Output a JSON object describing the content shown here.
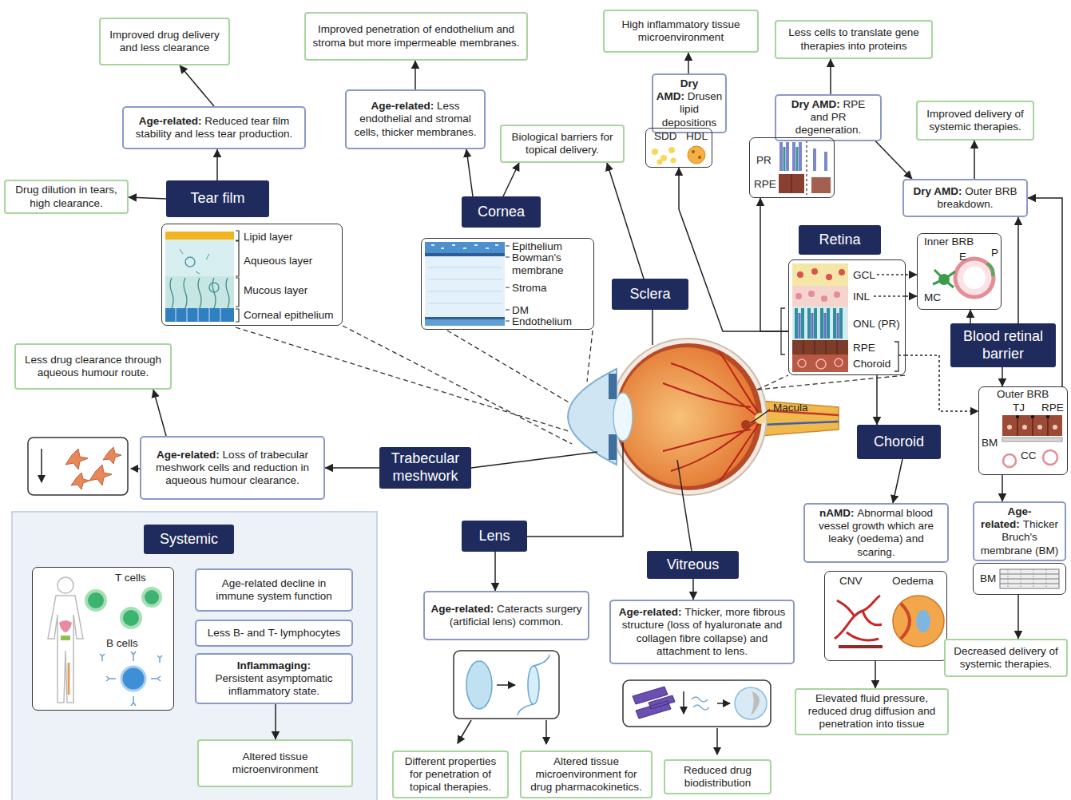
{
  "diagram": {
    "nodes": [
      {
        "text": [
          "Improved drug delivery and less clearance"
        ]
      },
      {
        "text": [
          "Improved penetration of endothelium and stroma but more impermeable membranes."
        ]
      },
      {
        "text": [
          "High inflammatory tissue microenvironment"
        ]
      },
      {
        "text": [
          "Less cells to translate gene therapies into proteins"
        ]
      },
      {
        "text": [
          "Age-related:",
          "Reduced tear film stability and less tear production."
        ]
      },
      {
        "text": [
          "Age-related:",
          "Less endothelial and stromal cells, thicker membranes."
        ]
      },
      {
        "text": [
          "Dry AMD:",
          "Drusen lipid depositions"
        ]
      },
      {
        "text": [
          "Dry AMD:",
          "RPE and PR degeneration."
        ]
      },
      {
        "text": [
          "Improved delivery of systemic therapies."
        ]
      },
      {
        "text": [
          "SDD",
          "HDL"
        ]
      },
      {
        "text": [
          "PR",
          "RPE"
        ]
      },
      {
        "text": [
          "Biological barriers for topical delivery."
        ]
      },
      {
        "text": [
          "Drug dilution in tears, high clearance."
        ]
      },
      {
        "text": [
          "Tear film"
        ]
      },
      {
        "text": [
          "Dry AMD:",
          "Outer BRB breakdown."
        ]
      },
      {
        "text": [
          "Cornea"
        ]
      },
      {
        "text": [
          "Lipid layer",
          "Aqueous layer",
          "Mucous layer",
          "Corneal epithelium"
        ]
      },
      {
        "text": [
          "Retina"
        ]
      },
      {
        "text": [
          "Inner BRB",
          "E",
          "P",
          "MC"
        ]
      },
      {
        "text": [
          "Epithelium",
          "Bowman's membrane",
          "Stroma",
          "DM",
          "Endothelium"
        ]
      },
      {
        "text": [
          "GCL",
          "INL",
          "ONL (PR)",
          "RPE",
          "Choroid"
        ]
      },
      {
        "text": [
          "Sclera"
        ]
      },
      {
        "text": [
          "Blood retinal barrier"
        ]
      },
      {
        "text": [
          "Less drug clearance through aqueous humour route."
        ]
      },
      {
        "text": [
          "Outer BRB",
          "TJ",
          "RPE",
          "BM",
          "CC"
        ]
      },
      {
        "text": [
          "Choroid"
        ]
      },
      {
        "text": [
          "Age-related:",
          "Loss of trabecular meshwork cells and reduction in aqueous humour clearance."
        ]
      },
      {
        "text": [
          "Trabecular meshwork"
        ]
      },
      {
        "text": [
          "Age-related:",
          "Thicker Bruch's membrane (BM)"
        ]
      },
      {
        "text": [
          "nAMD:",
          "Abnormal blood vessel growth which are leaky (oedema) and scaring."
        ]
      },
      {
        "text": [
          "Lens"
        ]
      },
      {
        "text": [
          "Systemic"
        ]
      },
      {
        "text": [
          "Vitreous"
        ]
      },
      {
        "text": [
          "T cells",
          "B cells"
        ]
      },
      {
        "text": [
          "Age-related decline in immune system function"
        ]
      },
      {
        "text": [
          "CNV",
          "Oedema"
        ]
      },
      {
        "text": [
          "BM"
        ]
      },
      {
        "text": [
          "Age-related:",
          "Cateracts surgery (artificial lens) common."
        ]
      },
      {
        "text": [
          "Age-related:",
          "Thicker, more fibrous structure (loss of hyaluronate and collagen fibre collapse) and attachment to lens."
        ]
      },
      {
        "text": [
          "Less B- and T- lymphocytes"
        ]
      },
      {
        "text": [
          "Inflammaging:",
          "Persistent asymptomatic inflammatory state."
        ]
      },
      {
        "text": [
          "Decreased delivery of systemic therapies."
        ]
      },
      {
        "text": [
          "Elevated fluid pressure, reduced drug diffusion and penetration into tissue"
        ]
      },
      {
        "text": [
          "Altered tissue microenvironment"
        ]
      },
      {
        "text": [
          "Reduced drug biodistribution"
        ]
      },
      {
        "text": [
          "Different properties for penetration of topical therapies."
        ]
      },
      {
        "text": [
          "Altered tissue microenvironment for drug pharmacokinetics."
        ]
      }
    ],
    "edges": [
      {
        "from": 4,
        "to": 0,
        "arrow": "to"
      },
      {
        "from": 13,
        "to": 4,
        "arrow": "to"
      },
      {
        "from": 13,
        "to": 12,
        "arrow": "to"
      },
      {
        "from": 5,
        "to": 1,
        "arrow": "to"
      },
      {
        "from": 15,
        "to": 5,
        "arrow": "to"
      },
      {
        "from": 15,
        "to": 11,
        "arrow": "to"
      },
      {
        "from": 21,
        "to": 11,
        "arrow": "to"
      },
      {
        "from": 6,
        "to": 2,
        "arrow": "to"
      },
      {
        "from": 20,
        "to": 9,
        "arrow": "to"
      },
      {
        "from": 20,
        "to": 10,
        "arrow": "to"
      },
      {
        "from": 7,
        "to": 3,
        "arrow": "to"
      },
      {
        "from": 7,
        "to": 14,
        "arrow": "to"
      },
      {
        "from": 14,
        "to": 8,
        "arrow": "to"
      },
      {
        "from": 22,
        "to": 14,
        "arrow": "to"
      },
      {
        "from": 24,
        "to": 14,
        "arrow": "to"
      },
      {
        "from": 22,
        "to": 18,
        "arrow": "to"
      },
      {
        "from": 22,
        "to": 24,
        "arrow": "to"
      },
      {
        "from": 20,
        "to": 18,
        "arrow": "to"
      },
      {
        "from": 20,
        "to": 18,
        "arrow": "to"
      },
      {
        "from": 20,
        "to": 24,
        "arrow": "to"
      },
      {
        "from": 20,
        "to": 25,
        "arrow": "to"
      },
      {
        "from": 25,
        "to": 29,
        "arrow": "to"
      },
      {
        "from": 35,
        "to": 42,
        "arrow": "to"
      },
      {
        "from": 24,
        "to": 28,
        "arrow": "to"
      },
      {
        "from": 36,
        "to": 41,
        "arrow": "to"
      },
      {
        "from": 27,
        "to": 26,
        "arrow": "to"
      },
      {
        "from": 26,
        "to": 23,
        "arrow": "to"
      },
      {
        "from": 30,
        "to": 37,
        "arrow": "to"
      },
      {
        "from": 32,
        "to": 38,
        "arrow": "to"
      },
      {
        "from": 40,
        "to": 43,
        "arrow": "to"
      }
    ],
    "labels": [
      "Macula"
    ]
  }
}
